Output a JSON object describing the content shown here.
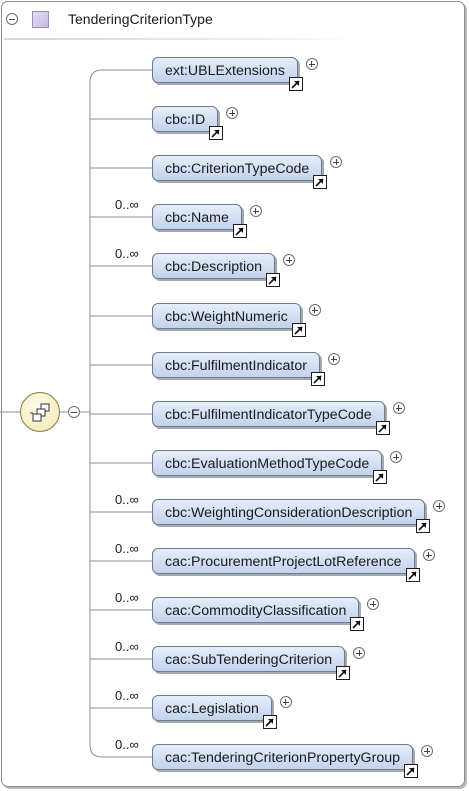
{
  "header": {
    "type_name": "TenderingCriterionType"
  },
  "compositor": {
    "kind": "sequence",
    "icon": "sequence-compositor-icon"
  },
  "elements": [
    {
      "name": "ext:UBLExtensions",
      "cardinality": ""
    },
    {
      "name": "cbc:ID",
      "cardinality": ""
    },
    {
      "name": "cbc:CriterionTypeCode",
      "cardinality": ""
    },
    {
      "name": "cbc:Name",
      "cardinality": "0..∞"
    },
    {
      "name": "cbc:Description",
      "cardinality": "0..∞"
    },
    {
      "name": "cbc:WeightNumeric",
      "cardinality": ""
    },
    {
      "name": "cbc:FulfilmentIndicator",
      "cardinality": ""
    },
    {
      "name": "cbc:FulfilmentIndicatorTypeCode",
      "cardinality": ""
    },
    {
      "name": "cbc:EvaluationMethodTypeCode",
      "cardinality": ""
    },
    {
      "name": "cbc:WeightingConsiderationDescription",
      "cardinality": "0..∞"
    },
    {
      "name": "cac:ProcurementProjectLotReference",
      "cardinality": "0..∞"
    },
    {
      "name": "cac:CommodityClassification",
      "cardinality": "0..∞"
    },
    {
      "name": "cac:SubTenderingCriterion",
      "cardinality": "0..∞"
    },
    {
      "name": "cac:Legislation",
      "cardinality": "0..∞"
    },
    {
      "name": "cac:TenderingCriterionPropertyGroup",
      "cardinality": "0..∞"
    }
  ],
  "colors": {
    "element_fill": "#d2def3",
    "element_border": "#6d7c93",
    "compositor_fill": "#f6edbf",
    "connector": "#8c8c8c"
  }
}
